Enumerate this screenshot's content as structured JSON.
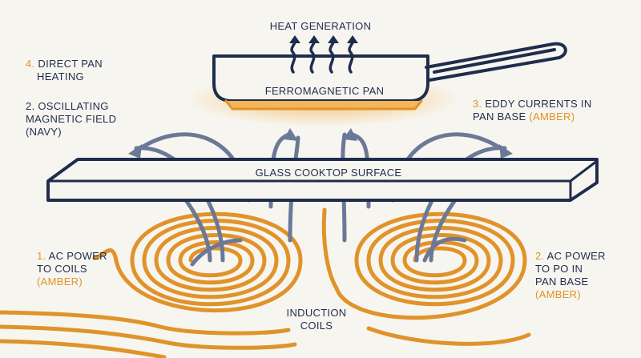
{
  "colors": {
    "background": "#f7f5ef",
    "navy": "#1f2d4d",
    "amber": "#e0932a",
    "field": "#6b7898",
    "glow": "#f5b65a"
  },
  "labels": {
    "heat_generation": "HEAT GENERATION",
    "pan": "FERROMAGNETIC PAN",
    "cooktop": "GLASS COOKTOP SURFACE",
    "coils": [
      "INDUCTION",
      "COILS"
    ],
    "step4": {
      "num": "4.",
      "lines": [
        "DIRECT PAN",
        "HEATING"
      ]
    },
    "step2_field": {
      "num": "2.",
      "lines": [
        "OSCILLATING",
        "MAGNETIC FIELD",
        "(NAVY)"
      ]
    },
    "step3": {
      "num": "3.",
      "lines": [
        "EDDY CURRENTS IN",
        "PAN BASE"
      ],
      "amber_note": "(AMBER)"
    },
    "step1": {
      "num": "1.",
      "lines": [
        "AC POWER",
        "TO COILS"
      ],
      "amber_note": "(AMBER)"
    },
    "step2_right": {
      "num": "2.",
      "lines": [
        "AC POWER",
        "TO PO IN",
        "PAN BASE"
      ],
      "amber_note": "(AMBER)"
    }
  }
}
